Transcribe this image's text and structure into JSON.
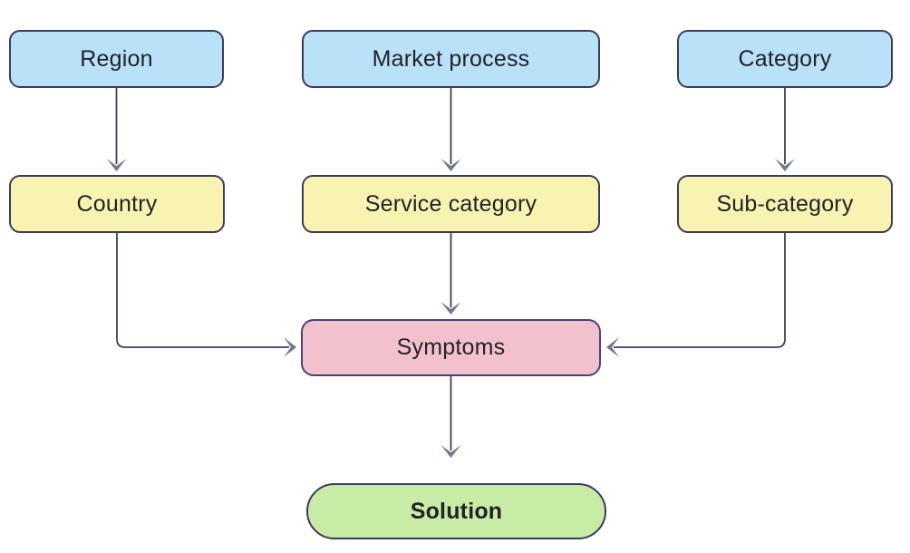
{
  "diagram": {
    "type": "flowchart",
    "background_color": "#ffffff",
    "line_color": "#3e3c63",
    "arrowhead_color": "#6e7b8b",
    "border_color": "#3b3a5f",
    "text_color": "#222228"
  },
  "nodes": {
    "region": {
      "label": "Region",
      "fill": "#b9e1f8",
      "border": "#3b3a5f"
    },
    "market_process": {
      "label": "Market process",
      "fill": "#b9e1f8",
      "border": "#3b3a5f"
    },
    "category": {
      "label": "Category",
      "fill": "#b9e1f8",
      "border": "#3b3a5f"
    },
    "country": {
      "label": "Country",
      "fill": "#f8f3b1",
      "border": "#3b3a5f"
    },
    "service_category": {
      "label": "Service category",
      "fill": "#f8f3b1",
      "border": "#3b3a5f"
    },
    "sub_category": {
      "label": "Sub-category",
      "fill": "#f8f3b1",
      "border": "#3b3a5f"
    },
    "symptoms": {
      "label": "Symptoms",
      "fill": "#f3c1ce",
      "border": "#4d4179"
    },
    "solution": {
      "label": "Solution",
      "fill": "#c8eca5",
      "border": "#3b3a5f"
    }
  },
  "edges": [
    {
      "from": "region",
      "to": "country"
    },
    {
      "from": "market_process",
      "to": "service_category"
    },
    {
      "from": "category",
      "to": "sub_category"
    },
    {
      "from": "country",
      "to": "symptoms"
    },
    {
      "from": "service_category",
      "to": "symptoms"
    },
    {
      "from": "sub_category",
      "to": "symptoms"
    },
    {
      "from": "symptoms",
      "to": "solution"
    }
  ]
}
